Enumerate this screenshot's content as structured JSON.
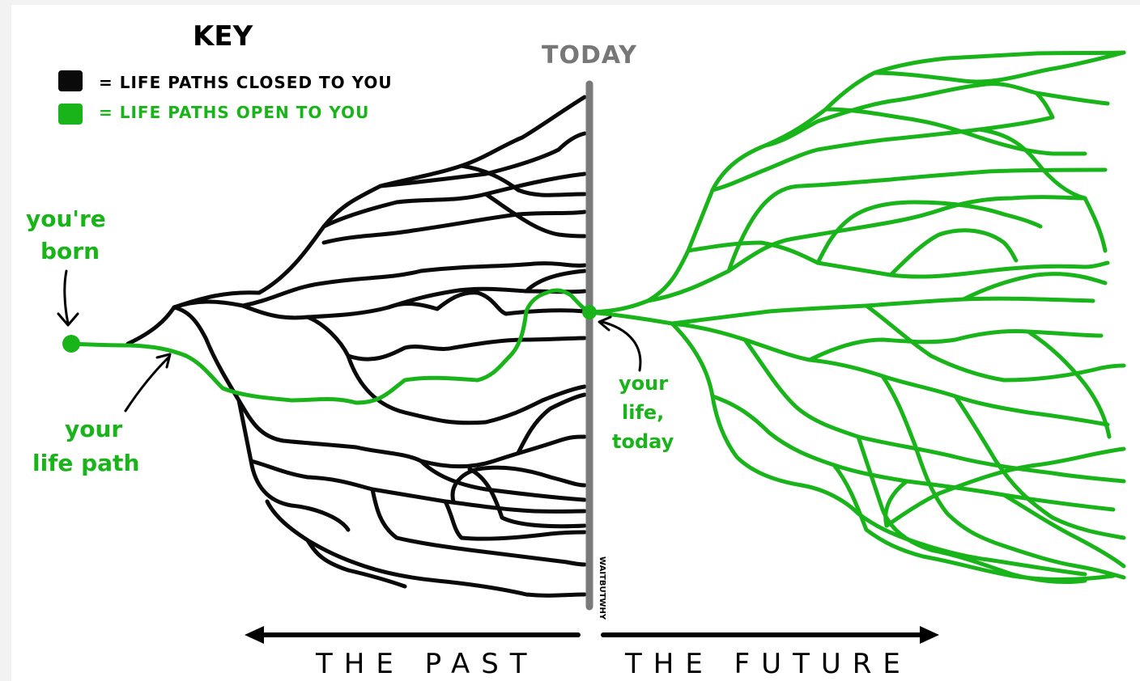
{
  "key": {
    "title": "KEY",
    "closed_label": "= LIFE PATHS CLOSED TO YOU",
    "open_label": "= LIFE PATHS OPEN TO YOU",
    "closed_color": "#0a0a0a",
    "open_color": "#19b419"
  },
  "today": {
    "label": "TODAY"
  },
  "annotations": {
    "born_line1": "you're",
    "born_line2": "born",
    "path_line1": "your",
    "path_line2": "life path",
    "today_line1": "your",
    "today_line2": "life,",
    "today_line3": "today"
  },
  "timeline": {
    "past_label": "THE PAST",
    "future_label": "THE FUTURE"
  },
  "credit": "WAITBUTWHY"
}
